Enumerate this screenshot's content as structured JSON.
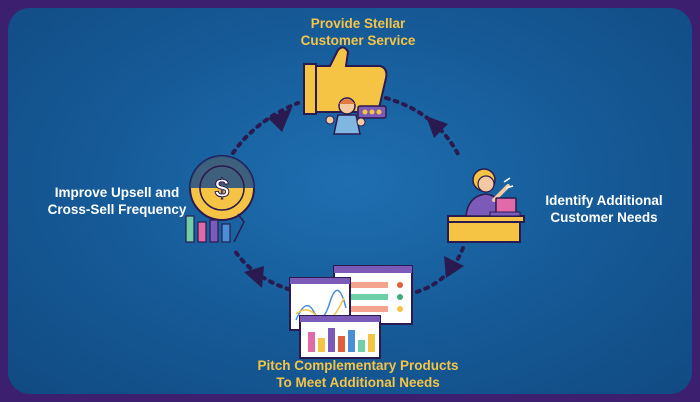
{
  "steps": {
    "top": {
      "line1": "Provide Stellar",
      "line2": "Customer Service"
    },
    "right": {
      "line1": "Identify Additional",
      "line2": "Customer Needs"
    },
    "bottom": {
      "line1": "Pitch Complementary Products",
      "line2": "To Meet Additional Needs"
    },
    "left": {
      "line1": "Improve Upsell and",
      "line2": "Cross-Sell Frequency"
    }
  },
  "colors": {
    "background": "#3c1f6e",
    "panel": "#155996",
    "accent_yellow": "#f6c445",
    "arrow": "#2a1a4f",
    "purple": "#7b5bb7"
  },
  "icons": [
    "thumbs-up-icon",
    "woman-laptop-icon",
    "dashboard-screens-icon",
    "dollar-coin-icon"
  ]
}
